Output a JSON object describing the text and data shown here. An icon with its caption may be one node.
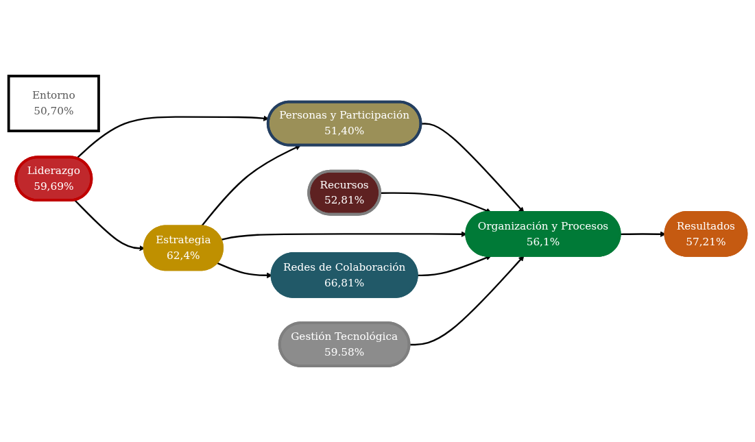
{
  "diagram": {
    "nodes": [
      {
        "text": [
          "Personas y Participación",
          "51,40%"
        ]
      },
      {
        "text": [
          "Recursos",
          "52,81%"
        ]
      },
      {
        "text": [
          "Entorno",
          "50,70%"
        ]
      },
      {
        "text": [
          "Liderazgo",
          "59,69%"
        ]
      },
      {
        "text": [
          "Estrategia",
          "62,4%"
        ]
      },
      {
        "text": [
          "Organización y Procesos",
          "56,1%"
        ]
      },
      {
        "text": [
          "Resultados",
          "57,21%"
        ]
      },
      {
        "text": [
          "Redes de Colaboración",
          "66,81%"
        ]
      },
      {
        "text": [
          "Gestión Tecnológica",
          "59.58%"
        ]
      }
    ],
    "edges": [
      {
        "from": 3,
        "to": 0,
        "arrow": "to"
      },
      {
        "from": 3,
        "to": 4,
        "arrow": "to"
      },
      {
        "from": 4,
        "to": 0,
        "arrow": "to"
      },
      {
        "from": 0,
        "to": 5,
        "arrow": "to"
      },
      {
        "from": 1,
        "to": 5,
        "arrow": "to"
      },
      {
        "from": 4,
        "to": 5,
        "arrow": "to"
      },
      {
        "from": 4,
        "to": 7,
        "arrow": "to"
      },
      {
        "from": 7,
        "to": 5,
        "arrow": "to"
      },
      {
        "from": 8,
        "to": 5,
        "arrow": "to"
      },
      {
        "from": 5,
        "to": 6,
        "arrow": "to"
      }
    ]
  }
}
